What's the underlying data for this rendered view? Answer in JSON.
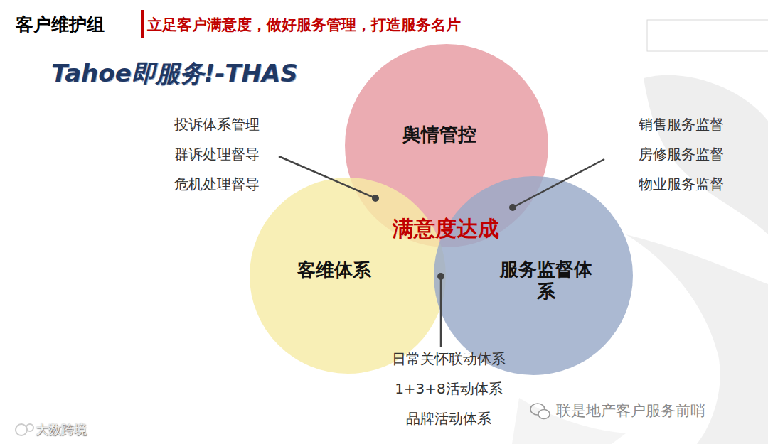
{
  "diagram": {
    "title": "客户维护组",
    "nodes": [
      {
        "text": [
          "舆情管控"
        ]
      },
      {
        "text": [
          "客维体系"
        ]
      },
      {
        "text": [
          "服务监督体系"
        ]
      }
    ],
    "labels": [
      "立足客户满意度，做好服务管理，打造服务名片",
      "Tahoe即服务!-THAS",
      "投诉体系管理",
      "群诉处理督导",
      "危机处理督导",
      "销售服务监督",
      "房修服务监督",
      "物业服务监督",
      "满意度达成",
      "日常关怀联动体系",
      "1+3+8活动体系",
      "品牌活动体系",
      "联是地产客户服务前哨",
      "大数跨境"
    ]
  }
}
